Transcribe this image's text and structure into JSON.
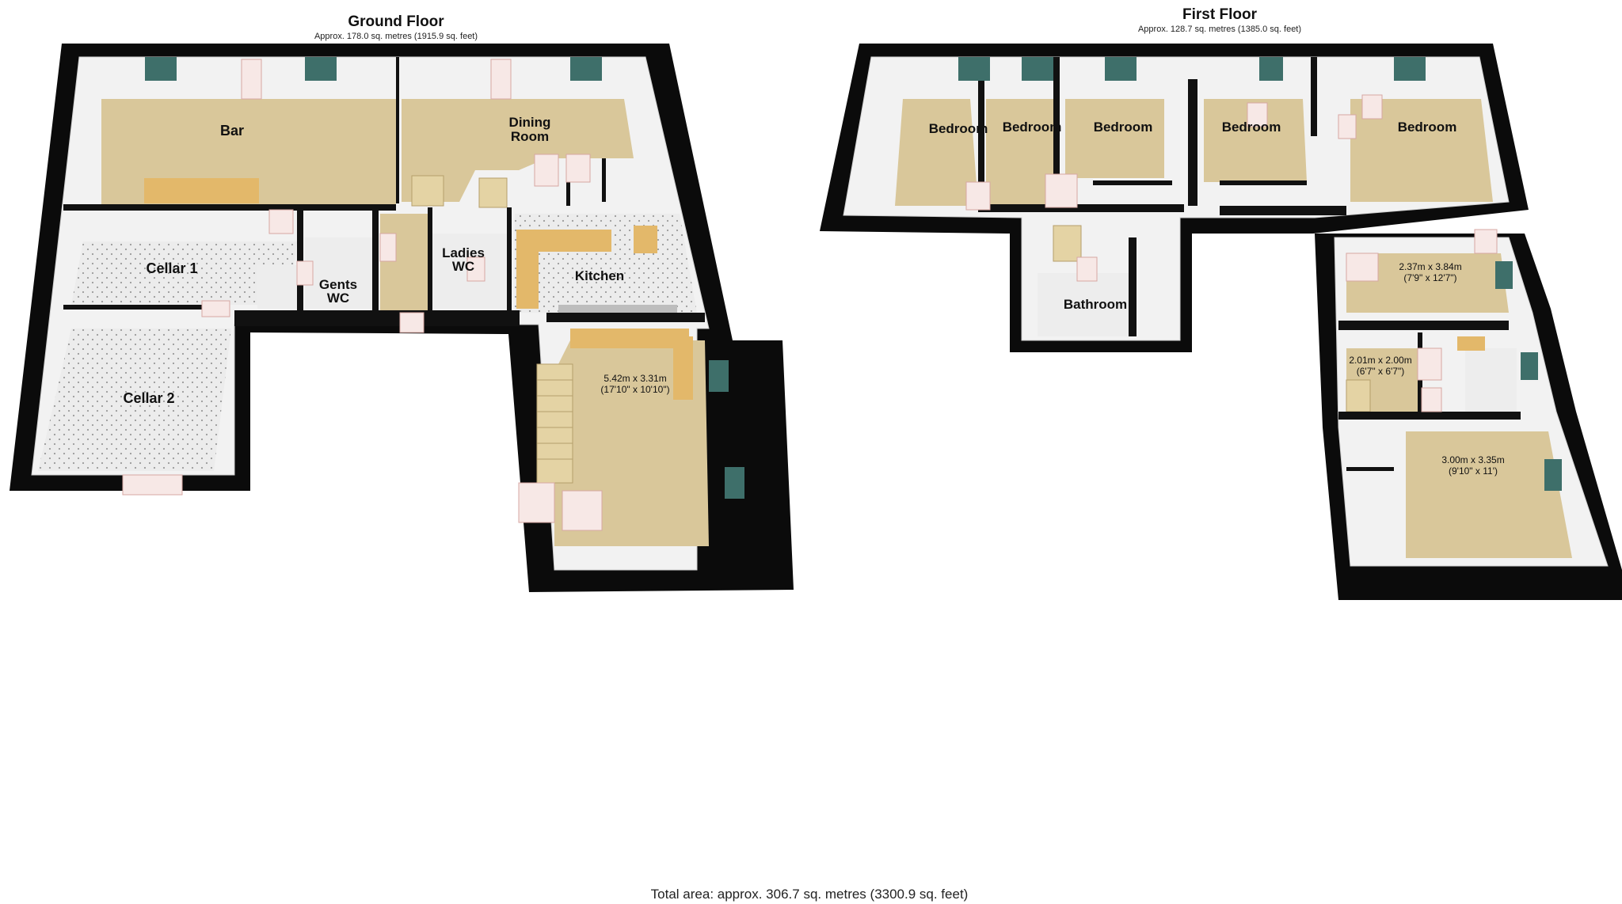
{
  "ground_floor": {
    "title": "Ground Floor",
    "area": "Approx. 178.0 sq. metres (1915.9 sq. feet)",
    "rooms": {
      "bar": "Bar",
      "dining_1": "Dining",
      "dining_2": "Room",
      "cellar1": "Cellar 1",
      "cellar2": "Cellar 2",
      "gents_1": "Gents",
      "gents_2": "WC",
      "ladies_1": "Ladies",
      "ladies_2": "WC",
      "kitchen": "Kitchen",
      "room_dim_1": "5.42m x 3.31m",
      "room_dim_2": "(17'10\" x 10'10\")"
    }
  },
  "first_floor": {
    "title": "First Floor",
    "area": "Approx. 128.7 sq. metres (1385.0 sq. feet)",
    "rooms": {
      "bedroom_1": "Bedroom",
      "bedroom_2": "Bedroom",
      "bedroom_3": "Bedroom",
      "bedroom_4": "Bedroom",
      "bedroom_5": "Bedroom",
      "bathroom": "Bathroom",
      "room_a_1": "2.37m x 3.84m",
      "room_a_2": "(7'9\" x 12'7\")",
      "room_b_1": "2.01m x 2.00m",
      "room_b_2": "(6'7\" x 6'7\")",
      "room_c_1": "3.00m x 3.35m",
      "room_c_2": "(9'10\" x 11')"
    }
  },
  "total_area": "Total area: approx. 306.7 sq. metres (3300.9 sq. feet)",
  "colors": {
    "wall": "#0b0b0b",
    "carpet": "#d9c79a",
    "tile": "#ededed",
    "worktop": "#e3b86a",
    "window": "#3e6f6a"
  }
}
